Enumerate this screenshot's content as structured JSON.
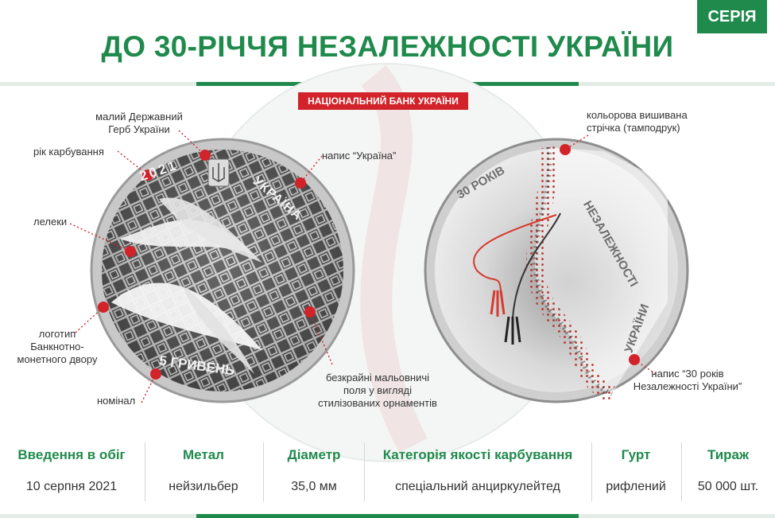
{
  "header": {
    "series_badge": "СЕРІЯ",
    "title": "ДО 30-РІЧЧЯ НЕЗАЛЕЖНОСТІ УКРАЇНИ",
    "bank_badge": "НАЦІОНАЛЬНИЙ БАНК УКРАЇНИ"
  },
  "colors": {
    "brand_green": "#1f8a4c",
    "accent_red": "#d2232a"
  },
  "coin_obverse": {
    "year": "2021",
    "inscription": "УКРАЇНА",
    "denomination": "5 ГРИВЕНЬ"
  },
  "coin_reverse": {
    "inscription_top": "30 РОКІВ",
    "inscription_side": "НЕЗАЛЕЖНОСТІ",
    "inscription_bottom": "УКРАЇНИ"
  },
  "callouts": {
    "coat_of_arms": "малий Державний\nГерб України",
    "mint_year": "рік карбування",
    "inscription_ukraine": "напис “Україна”",
    "storks": "лелеки",
    "mint_logo": "логотип\nБанкнотно-\nмонетного двору",
    "denomination": "номінал",
    "fields": "безкрайні мальовничі\nполя у вигляді\nстилізованих орнаментів",
    "ribbon": "кольорова вишивана\nстрічка (тамподрук)",
    "inscription_30": "напис “30 років\nНезалежності України”"
  },
  "specs": [
    {
      "label": "Введення в обіг",
      "value": "10 серпня 2021"
    },
    {
      "label": "Метал",
      "value": "нейзильбер"
    },
    {
      "label": "Діаметр",
      "value": "35,0 мм"
    },
    {
      "label": "Категорія якості карбування",
      "value": "спеціальний анциркулейтед"
    },
    {
      "label": "Гурт",
      "value": "рифлений"
    },
    {
      "label": "Тираж",
      "value": "50 000 шт."
    }
  ]
}
